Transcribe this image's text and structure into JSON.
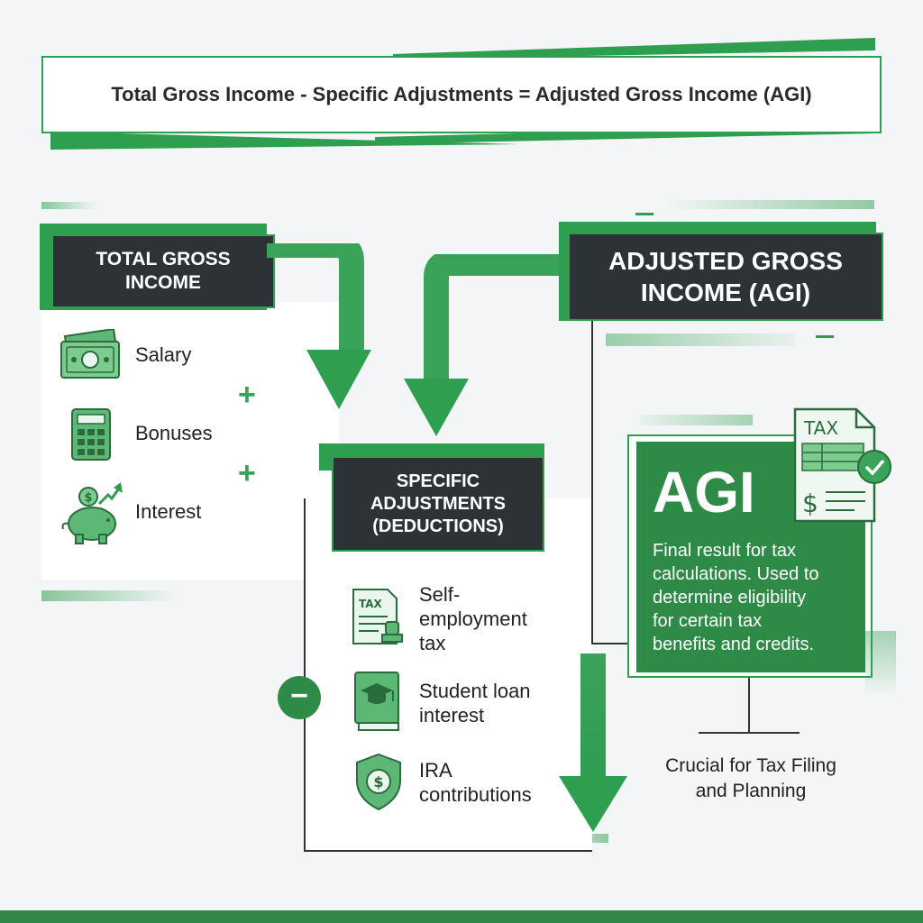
{
  "formula": {
    "text": "Total Gross Income - Specific Adjustments = Adjusted Gross Income (AGI)"
  },
  "gross_income": {
    "title_line1": "TOTAL GROSS",
    "title_line2": "INCOME",
    "items": [
      {
        "label": "Salary",
        "icon": "money-bill-icon"
      },
      {
        "label": "Bonuses",
        "icon": "calculator-icon"
      },
      {
        "label": "Interest",
        "icon": "piggy-bank-icon"
      }
    ],
    "operator": "+"
  },
  "adjustments": {
    "title_line1": "SPECIFIC",
    "title_line2": "ADJUSTMENTS",
    "title_line3": "(DEDUCTIONS)",
    "operator": "−",
    "items": [
      {
        "line1": "Self-",
        "line2": "employment",
        "line3": "tax",
        "icon": "tax-document-icon"
      },
      {
        "line1": "Student loan",
        "line2": "interest",
        "icon": "book-graduation-icon"
      },
      {
        "line1": "IRA",
        "line2": "contributions",
        "icon": "shield-dollar-icon"
      }
    ]
  },
  "agi": {
    "title_line1": "ADJUSTED GROSS",
    "title_line2": "INCOME (AGI)",
    "card_title": "AGI",
    "tax_icon_label": "TAX",
    "description_lines": [
      "Final result for tax",
      "calculations. Used to",
      "determine eligibility",
      "for certain tax",
      "benefits and credits."
    ],
    "caption_line1": "Crucial for Tax Filing",
    "caption_line2": "and Planning"
  },
  "colors": {
    "accent_green": "#2e9e4f",
    "dark_box": "#2c3236",
    "card_green": "#2e8b47",
    "background": "#f3f5f6"
  }
}
